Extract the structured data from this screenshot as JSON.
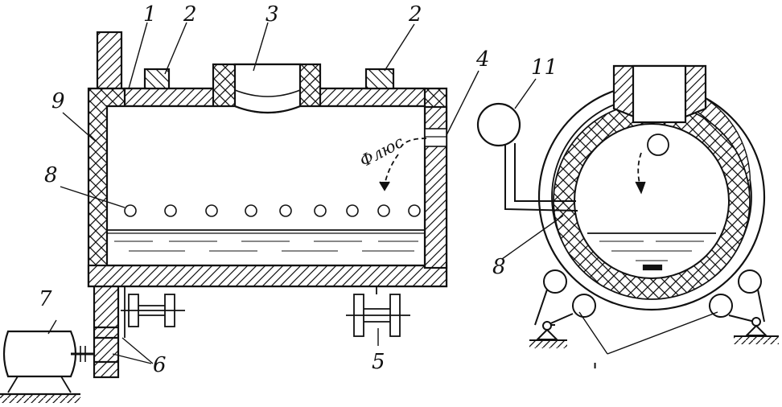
{
  "labels": {
    "l1": "1",
    "l2a": "2",
    "l2b": "2",
    "l3": "3",
    "l4": "4",
    "l5": "5",
    "l6": "6",
    "l7": "7",
    "l8a": "8",
    "l8b": "8",
    "l9": "9",
    "l11": "11",
    "tick": "'"
  },
  "flux_text": "Флюс",
  "colors": {
    "ink": "#111111",
    "paper": "#ffffff"
  }
}
